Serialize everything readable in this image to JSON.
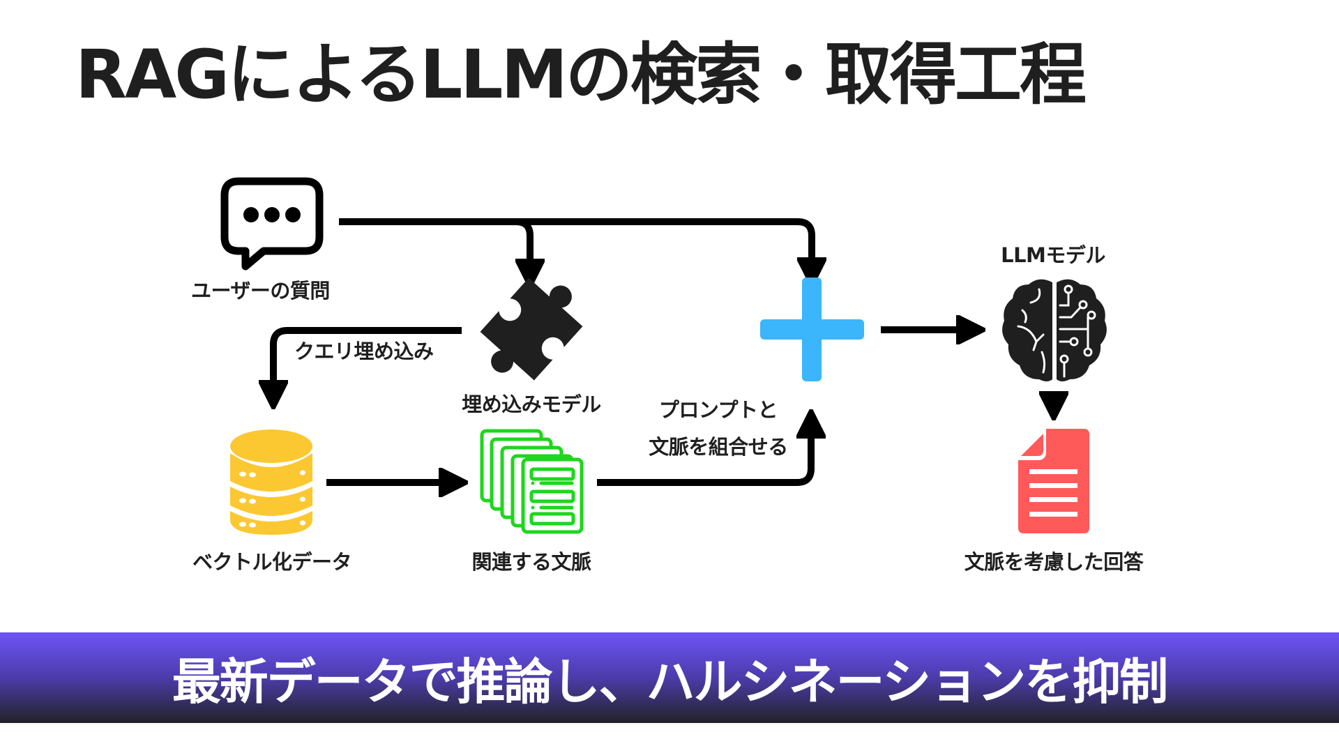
{
  "title": "RAGによるLLMの検索・取得工程",
  "nodes": {
    "user_question": {
      "label": "ユーザーの質問",
      "icon": "chat-bubble-icon"
    },
    "embedding_model": {
      "label": "埋め込みモデル",
      "icon": "puzzle-piece-icon"
    },
    "combine": {
      "icon": "plus-icon"
    },
    "llm_model": {
      "label": "LLMモデル",
      "icon": "brain-circuit-icon"
    },
    "vector_data": {
      "label": "ベクトル化データ",
      "icon": "database-icon"
    },
    "related_context": {
      "label": "関連する文脈",
      "icon": "document-stack-icon"
    },
    "answer": {
      "label": "文脈を考慮した回答",
      "icon": "document-icon"
    }
  },
  "edges": {
    "query_embedding": {
      "label": "クエリ埋め込み"
    },
    "combine_prompt": {
      "line1": "プロンプトと",
      "line2": "文脈を組合せる"
    }
  },
  "banner": {
    "text": "最新データで推論し、ハルシネーションを抑制"
  },
  "colors": {
    "text": "#1f1f1f",
    "arrow": "#000000",
    "plus": "#3bb5fb",
    "database": "#fbc831",
    "documents": "#1ed61e",
    "answer_doc": "#ff5a5a",
    "banner_top": "#6e53f8",
    "banner_bottom": "#222226"
  }
}
